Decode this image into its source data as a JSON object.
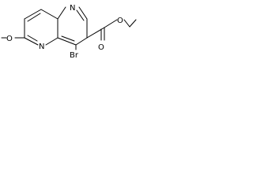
{
  "structure": {
    "atom_labels": {
      "n_top": "N",
      "n_mid": "N",
      "o_methoxy": "O",
      "br": "Br",
      "o_carbonyl": "O",
      "o_ester": "O"
    },
    "colors": {
      "bond": "#000000",
      "text": "#000000",
      "background": "#ffffff"
    }
  }
}
